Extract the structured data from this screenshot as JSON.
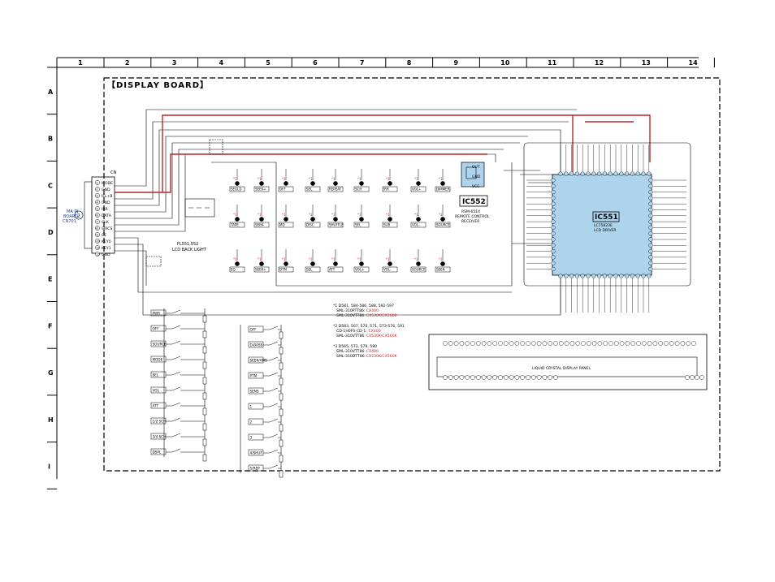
{
  "sheet": {
    "columns": [
      "1",
      "2",
      "3",
      "4",
      "5",
      "6",
      "7",
      "8",
      "9",
      "10",
      "11",
      "12",
      "13",
      "14"
    ],
    "rows": [
      "A",
      "B",
      "C",
      "D",
      "E",
      "F",
      "G",
      "H",
      "I"
    ],
    "title": "【DISPLAY BOARD】"
  },
  "connector": {
    "ref": "CN",
    "mating_lines": [
      "MA IN",
      "BOARD",
      "CN701"
    ],
    "circle_number": "2",
    "pins": [
      {
        "num": "1",
        "name": "MODE"
      },
      {
        "num": "2",
        "name": "GND"
      },
      {
        "num": "3",
        "name": "ILL+B"
      },
      {
        "num": "4",
        "name": "GND"
      },
      {
        "num": "5",
        "name": "IRR"
      },
      {
        "num": "6",
        "name": "DATA"
      },
      {
        "num": "7",
        "name": "CLK"
      },
      {
        "num": "8",
        "name": "SIRCS"
      },
      {
        "num": "9",
        "name": "CE"
      },
      {
        "num": "10",
        "name": "KEY0"
      },
      {
        "num": "11",
        "name": "KEY1"
      },
      {
        "num": "12",
        "name": "GND"
      }
    ]
  },
  "backlight": {
    "ref": "FL551,552",
    "desc": "LCD BACK LIGHT"
  },
  "ic552": {
    "ref": "IC552",
    "part": "RSM-6514",
    "desc": [
      "REMOTE CONTROL",
      "RECEIVER"
    ],
    "pins": [
      "OUT",
      "GND",
      "VCC"
    ]
  },
  "ic551": {
    "ref": "IC551",
    "part": "LC75823E",
    "desc": "LCD DRIVER"
  },
  "lcd": {
    "desc": "LIQUID CRYSTAL DISPLAY PANEL"
  },
  "notes": [
    {
      "head": "*1 D581, 584-586, 588, 592-597",
      "lines": [
        {
          "text": "SML-310PTT86:",
          "red": "CX400"
        },
        {
          "text": "SML-310VTT86:",
          "red": "CX530K/CX560K"
        }
      ]
    },
    {
      "head": "*2 D583, 567, 570, 571, 573-576, 591",
      "lines": [
        {
          "text": "CD-1H0F0-CD-1:",
          "red": "CX400"
        },
        {
          "text": "SML-310VTT86:",
          "red": "CX530K/CX560K"
        }
      ]
    },
    {
      "head": "*3 D565, 572, 579, 580",
      "lines": [
        {
          "text": "SML-310VTT86:",
          "red": "CX400"
        },
        {
          "text": "SML-310DTT86:",
          "red": "CX530K/CX560K"
        }
      ]
    }
  ],
  "led_labels": [
    [
      "SEGLD",
      "SEEK+",
      "OFF",
      "SEL",
      "REPEAT",
      "SCH",
      "IRR",
      "VOL+",
      "DIMMER"
    ],
    [
      "TAPE",
      "SEEK-",
      "MD",
      "DISC",
      "SHUFFLE",
      "SEL",
      "SUB",
      "VOL-",
      "SOURCE"
    ],
    [
      "EQ",
      "SEEK+",
      "DTM",
      "SEL",
      "ATT",
      "VOL+",
      "VOL-",
      "SOURCE",
      "SEEK-"
    ]
  ],
  "switch_labels_left": [
    "PWR",
    "OFF",
    "SOURCE",
    "MODE",
    "SEL",
    "VOL",
    "ATT",
    "1/2 SCH",
    "3/4 SCH",
    "DSPL"
  ],
  "switch_labels_right": [
    "OFF",
    "D-BASS",
    "SEEK/AMS",
    "PTM",
    "SENS",
    "1",
    "2",
    "3",
    "4/SHUF",
    "5/REP"
  ],
  "colors": {
    "line": "#000000",
    "highlight": "#b8272d",
    "ic_fill": "#aed3ec",
    "pin_fill": "#aed3ec",
    "note_red": "#cc1f1f"
  }
}
